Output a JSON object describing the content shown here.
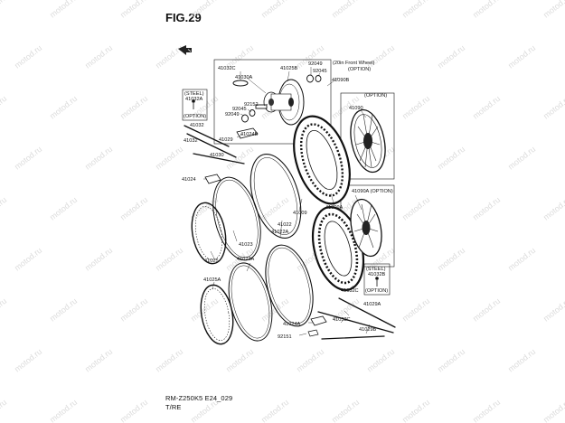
{
  "figure": {
    "title": "FIG.29"
  },
  "footer": {
    "code": "RM-Z250K5 E24_029",
    "section": "T/RE"
  },
  "watermark": {
    "text": "motod.ru"
  },
  "labels": {
    "l41032C_top": "41032C",
    "l41030A": "41030A",
    "l41025B": "41025B",
    "l92049_top": "92049",
    "l92045_top": "92045",
    "front_wheel_title": "(20in Front Wheel)",
    "front_wheel_option": "(OPTION)",
    "l41090B": "41090B",
    "steel_a": "(STEEL)",
    "l41032A": "41032A",
    "option_a": "(OPTION)",
    "l41032_top": "41032",
    "l92152": "92152",
    "l92045_mid": "92045",
    "l92049_mid": "92049",
    "l41032_mid": "41032",
    "l41029": "41029",
    "l41024B": "41024B",
    "l41030": "41030",
    "option_41090": "(OPTION)",
    "l41090": "41090",
    "l41024": "41024",
    "l41009": "41009",
    "l41009A": "41009A",
    "l41090A_opt": "41090A (OPTION)",
    "l41022": "41022",
    "l41022A": "41022A",
    "l41023": "41023",
    "l41025": "41025",
    "l41023A": "41023A",
    "steel_b": "(STEEL)",
    "l41032B": "41032B",
    "option_b": "(OPTION)",
    "l41025A": "41025A",
    "l41032C_bot": "41032C",
    "l41029A": "41029A",
    "l41024A": "41024A",
    "l41032C_bot2": "41032C",
    "l92151": "92151",
    "l41029B": "41029B"
  }
}
